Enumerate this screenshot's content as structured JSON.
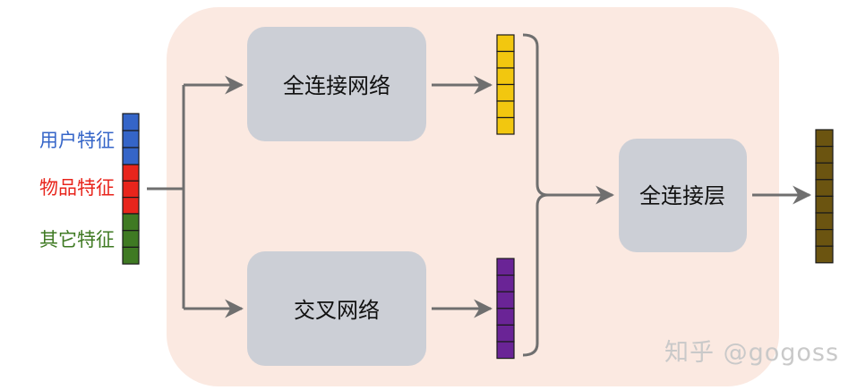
{
  "colors": {
    "panel_bg": "#fbe9e1",
    "box_fill": "#cccfd6",
    "arrow": "#6f6f6f",
    "user": "#3565c8",
    "item": "#e8251c",
    "other": "#3f7a23",
    "yellow": "#f2c70f",
    "purple": "#6a2496",
    "output": "#6b5410"
  },
  "labels": {
    "user": "用户特征",
    "item": "物品特征",
    "other": "其它特征"
  },
  "boxes": {
    "fc": "全连接网络",
    "cross": "交叉网络",
    "final": "全连接层"
  },
  "watermark": "知乎 @gogoss"
}
